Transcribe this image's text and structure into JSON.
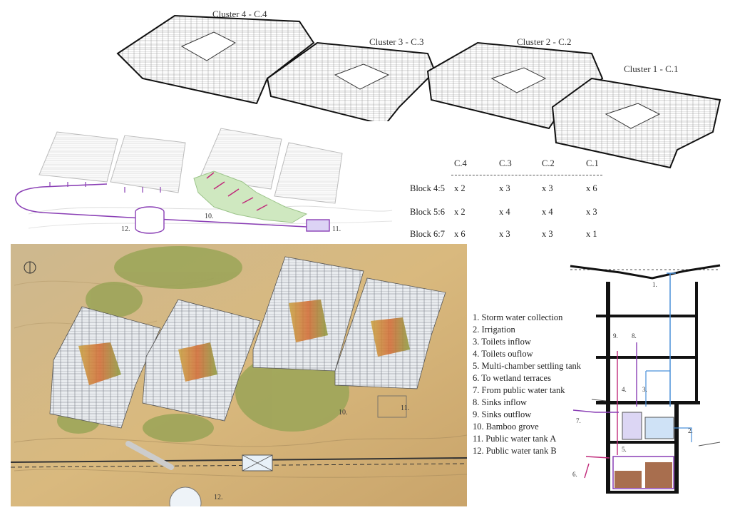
{
  "clusters": [
    {
      "label": "Cluster 4 - C.4"
    },
    {
      "label": "Cluster 3 - C.3"
    },
    {
      "label": "Cluster 2 - C.2"
    },
    {
      "label": "Cluster 1 - C.1"
    }
  ],
  "table": {
    "headers": [
      "C.4",
      "C.3",
      "C.2",
      "C.1"
    ],
    "rows": [
      {
        "label": "Block 4:5",
        "values": [
          "x 2",
          "x 3",
          "x 3",
          "x 6"
        ]
      },
      {
        "label": "Block 5:6",
        "values": [
          "x 2",
          "x 4",
          "x 4",
          "x 3"
        ]
      },
      {
        "label": "Block 6:7",
        "values": [
          "x 6",
          "x 3",
          "x 3",
          "x 1"
        ]
      }
    ]
  },
  "legend": [
    "1. Storm water collection",
    "2. Irrigation",
    "3. Toilets inflow",
    "4. Toilets ouflow",
    "5. Multi-chamber settling tank",
    "6. To wetland terraces",
    "7. From public water tank",
    "8. Sinks inflow",
    "9. Sinks outflow",
    "10. Bamboo grove",
    "11. Public water tank A",
    "12. Public water tank B"
  ],
  "schematic_labels": {
    "n10": "10.",
    "n11": "11.",
    "n12": "12."
  },
  "plan_labels": {
    "n10": "10.",
    "n11": "11.",
    "n12": "12."
  },
  "section_labels": {
    "n1": "1.",
    "n2": "2.",
    "n3": "3.",
    "n4": "4.",
    "n5": "5.",
    "n6": "6.",
    "n7": "7.",
    "n8": "8.",
    "n9": "9."
  },
  "colors": {
    "purple_pipe": "#8a3fb5",
    "blue_pipe": "#4a90d9",
    "magenta_pipe": "#c02a7a",
    "wetland_green": "#cfe8c0",
    "terrain": "#d7b98a"
  }
}
